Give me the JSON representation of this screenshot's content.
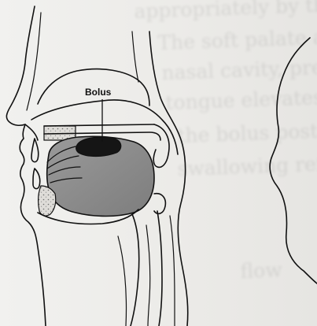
{
  "diagram": {
    "bolus_label": "Bolus"
  },
  "background_text": [
    "appropriately by the swal",
    "The soft palate and the",
    "nasal cavity, preventing",
    "tongue elevates upward",
    "the bolus posteriorly. The",
    "swallowing reflex, and th",
    "",
    "flow"
  ],
  "colors": {
    "ink": "#111111",
    "paper": "#f1f1ef",
    "tongue": "#8a8a8a",
    "bolus": "#151515",
    "stipple": "#d9d9d6"
  }
}
